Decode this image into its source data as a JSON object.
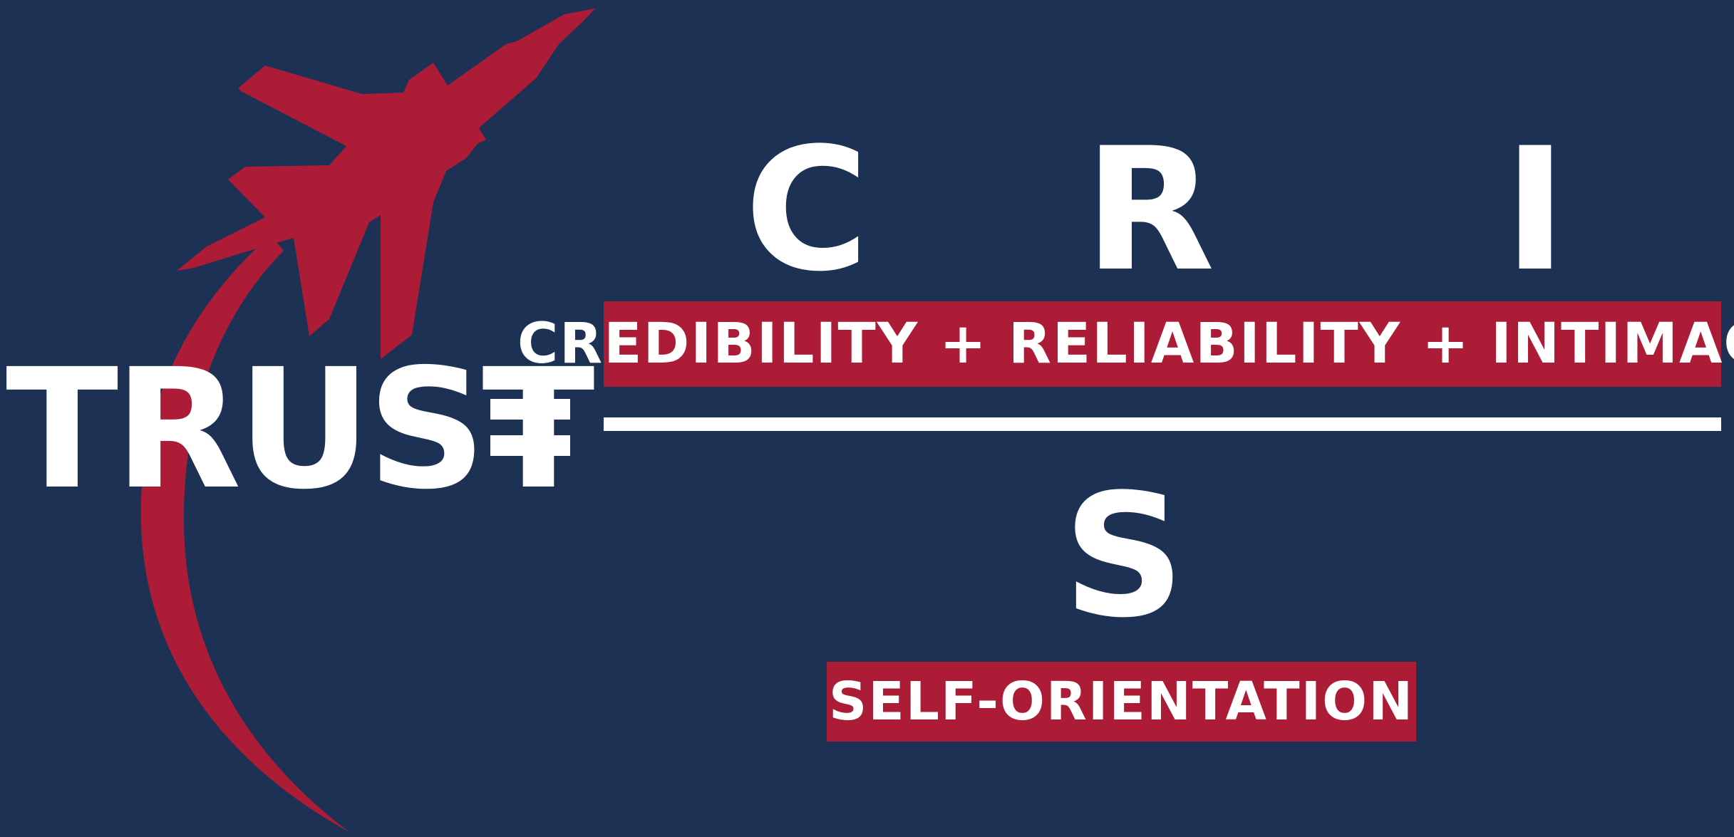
{
  "colors": {
    "background": "#1c3154",
    "accent_red": "#ad1c37",
    "text": "#ffffff"
  },
  "graphic": {
    "icon": "fighter-jet-icon",
    "trail": "curved-contrail"
  },
  "formula": {
    "lhs": "TRUST",
    "equals": "=",
    "numerator_letters": [
      "C",
      "R",
      "I"
    ],
    "numerator_label": "CREDIBILITY + RELIABILITY + INTIMACY",
    "denominator_letter": "S",
    "denominator_label": "SELF-ORIENTATION"
  }
}
